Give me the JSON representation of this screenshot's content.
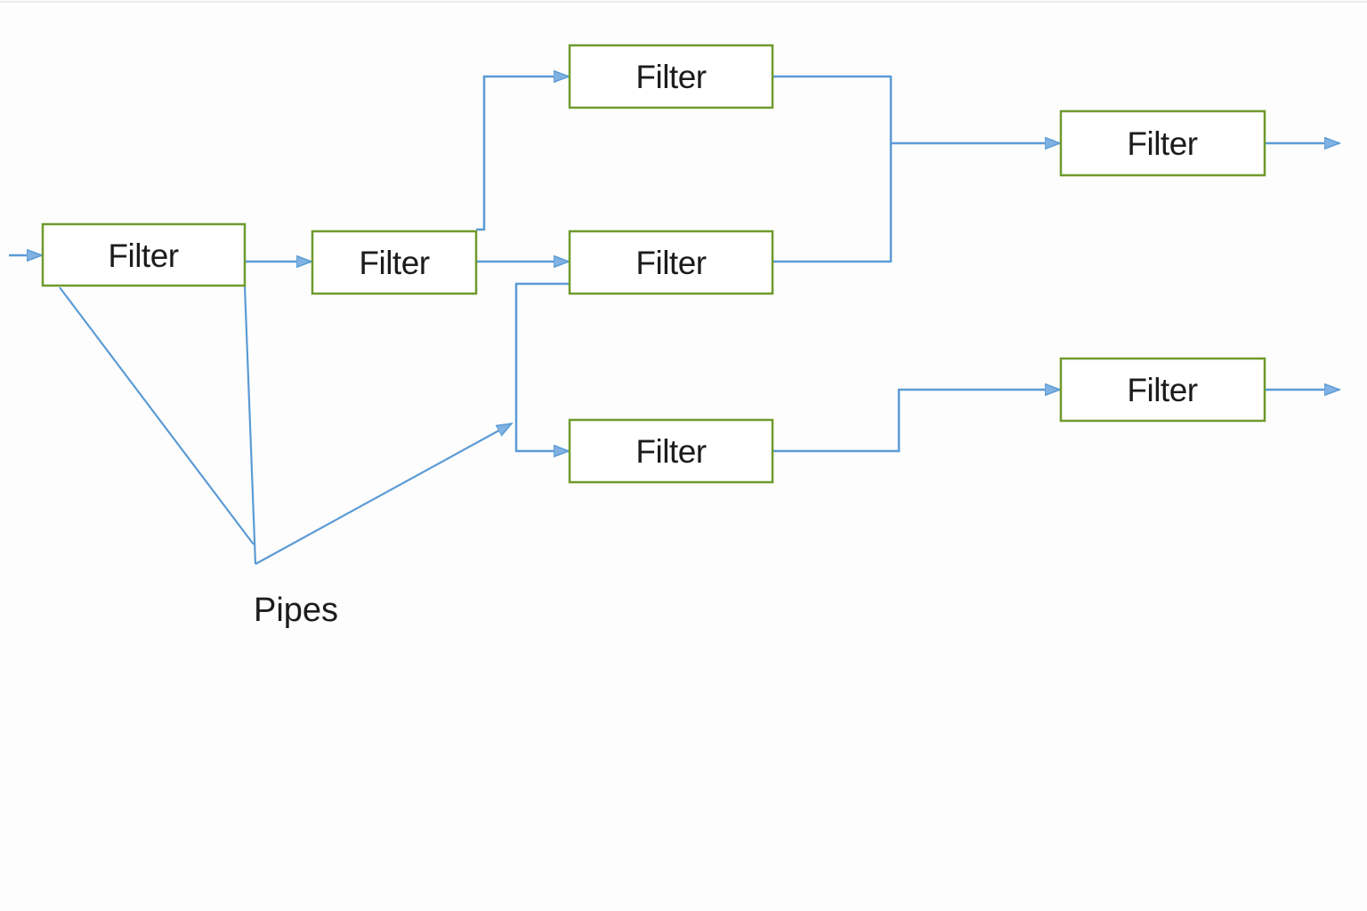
{
  "boxes": [
    {
      "label": "Filter"
    },
    {
      "label": "Filter"
    },
    {
      "label": "Filter"
    },
    {
      "label": "Filter"
    },
    {
      "label": "Filter"
    },
    {
      "label": "Filter"
    },
    {
      "label": "Filter"
    }
  ],
  "annotation": {
    "label": "Pipes"
  },
  "colors": {
    "pipe_blue": "#5b9bd5",
    "arrow_fill": "#7fb2e2",
    "box_border": "#6f9a2d",
    "box_fill": "#ffffff",
    "label_text": "#1c1c1c",
    "background": "#fdfdfd",
    "top_edge": "#e9e9e9"
  }
}
